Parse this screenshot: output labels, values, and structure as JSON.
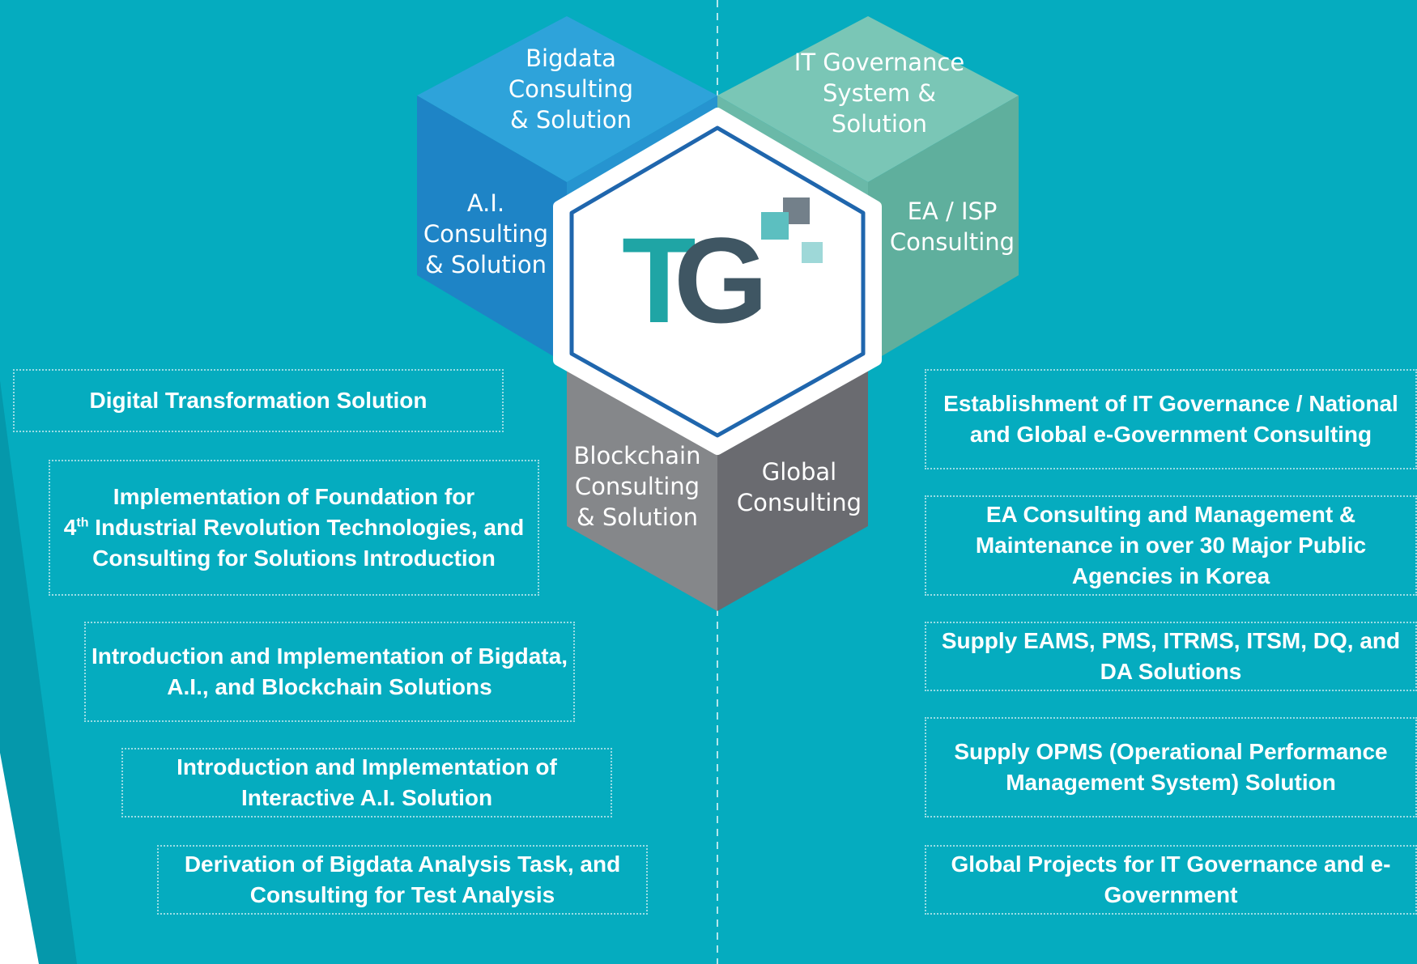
{
  "colors": {
    "background": "#05acbf",
    "bigdata": "#2b9fd8",
    "ai": "#1f86c8",
    "it_governance": "#79c3b4",
    "ea_isp": "#5eaf9d",
    "blockchain": "#848689",
    "global": "#6a6b70",
    "logo_dark": "#3f5663",
    "logo_teal": "#1fa5a5"
  },
  "logo": {
    "text": "TG"
  },
  "segments": {
    "bigdata": "Bigdata\nConsulting\n& Solution",
    "it_governance": "IT Governance\nSystem &\nSolution",
    "ai": "A.I.\nConsulting\n& Solution",
    "ea_isp": "EA / ISP\nConsulting",
    "blockchain": "Blockchain\nConsulting\n& Solution",
    "global": "Global\nConsulting"
  },
  "left_items": [
    "Digital Transformation Solution",
    {
      "line1_sup_base": "4",
      "sup": "th",
      "prefix": "Implementation of Foundation for",
      "rest": " Industrial Revolution Technologies, and Consulting for Solutions Introduction"
    },
    "Introduction and Implementation of Bigdata, A.I., and Blockchain Solutions",
    "Introduction and Implementation of Interactive A.I. Solution",
    "Derivation of Bigdata Analysis Task, and Consulting for Test Analysis"
  ],
  "right_items": [
    "Establishment of IT Governance / National and Global e-Government Consulting",
    "EA Consulting and Management & Maintenance in over 30 Major Public Agencies in Korea",
    "Supply EAMS, PMS, ITRMS, ITSM, DQ, and DA Solutions",
    "Supply OPMS (Operational Performance Management System) Solution",
    "Global Projects for IT Governance and e-Government"
  ]
}
